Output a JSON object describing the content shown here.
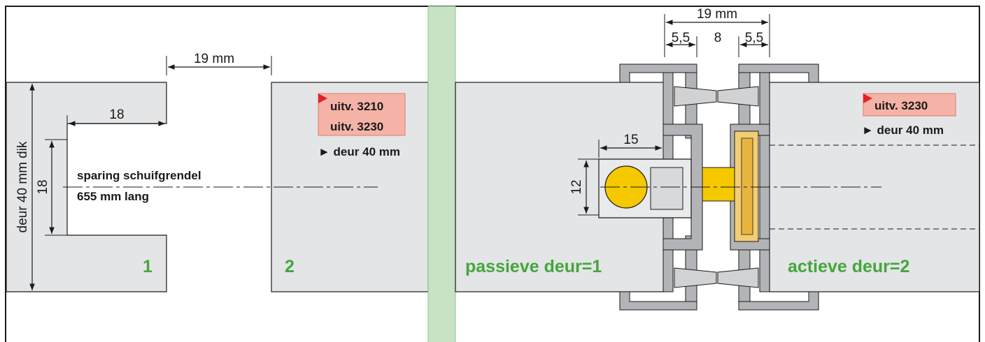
{
  "dimensions": {
    "gap_top_left": "19 mm",
    "slot_depth": "18",
    "slot_height": "18",
    "door_thickness": "deur 40 mm dik",
    "bolt_depth": "15",
    "bolt_height": "12",
    "gap_top_right": "19 mm",
    "segment_left": "5,5",
    "segment_middle": "8",
    "segment_right": "5,5"
  },
  "labels": {
    "recess_line1": "sparing schuifgrendel",
    "recess_line2": "655 mm lang",
    "door_1": "1",
    "door_2": "2",
    "passive_door": "passieve deur=1",
    "active_door": "actieve deur=2"
  },
  "tags": {
    "left_version_1": "uitv. 3210",
    "left_version_2": "uitv. 3230",
    "left_door": "► deur 40 mm",
    "right_version": "uitv. 3230",
    "right_door": "► deur 40 mm"
  },
  "colors": {
    "door_fill": "#e4e5e7",
    "glass_strip": "#c7e3c4",
    "tag_fill": "#f4b3a6",
    "tag_flag": "#e2202a",
    "green_text": "#45a63d",
    "bolt_yellow": "#f5c800",
    "profile_grey": "#b2b4b7"
  }
}
